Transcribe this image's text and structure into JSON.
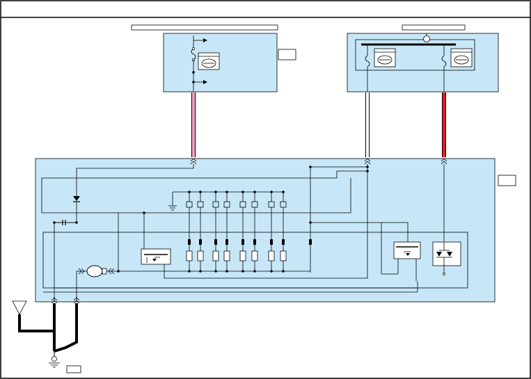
{
  "diagram": {
    "title": "",
    "colors": {
      "panel_fill": "#c7e7f8",
      "line": "#000000",
      "wire_pink": "#f2a1c4",
      "wire_white": "#ffffff",
      "wire_red": "#e01e1e",
      "label_box": "#ffffff"
    },
    "components": [
      {
        "id": "fuse-box-left",
        "kind": "fuse-box",
        "label": ""
      },
      {
        "id": "fuse-box-right",
        "kind": "fuse-box",
        "label": ""
      },
      {
        "id": "control-unit",
        "kind": "module",
        "label": ""
      },
      {
        "id": "antenna",
        "kind": "antenna",
        "label": ""
      },
      {
        "id": "motor",
        "kind": "motor",
        "label": ""
      },
      {
        "id": "ground",
        "kind": "ground",
        "label": ""
      }
    ],
    "wires": [
      {
        "id": "wire-pink",
        "color": "pink"
      },
      {
        "id": "wire-white",
        "color": "white"
      },
      {
        "id": "wire-red",
        "color": "red"
      }
    ],
    "icons": [
      "fuse-icon",
      "relay-icon",
      "diode-icon",
      "motor-icon",
      "antenna-icon",
      "ground-icon",
      "capacitor-icon",
      "led-icon"
    ]
  }
}
